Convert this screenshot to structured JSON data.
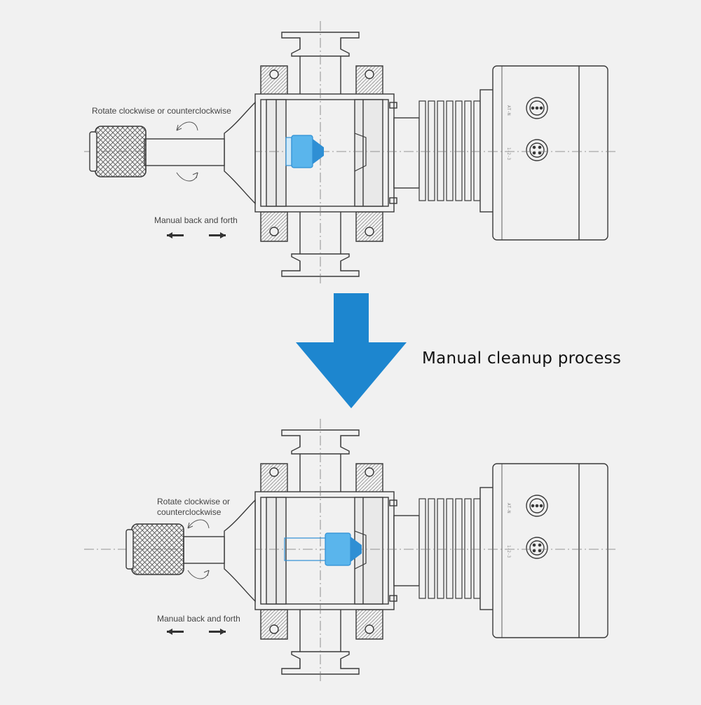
{
  "top_view": {
    "rotate_label": "Rotate clockwise or counterclockwise",
    "manual_label": "Manual back and forth"
  },
  "arrow": {
    "caption": "Manual cleanup process",
    "color": "#1d86cf"
  },
  "bottom_view": {
    "rotate_label_line1": "Rotate clockwise or",
    "rotate_label_line2": "counterclockwise",
    "manual_label": "Manual back and forth"
  },
  "colors": {
    "line": "#3a3a3a",
    "sensor_tip": "#2f8fd4",
    "sensor_body": "#5ab5ec",
    "background": "#f1f1f1"
  }
}
